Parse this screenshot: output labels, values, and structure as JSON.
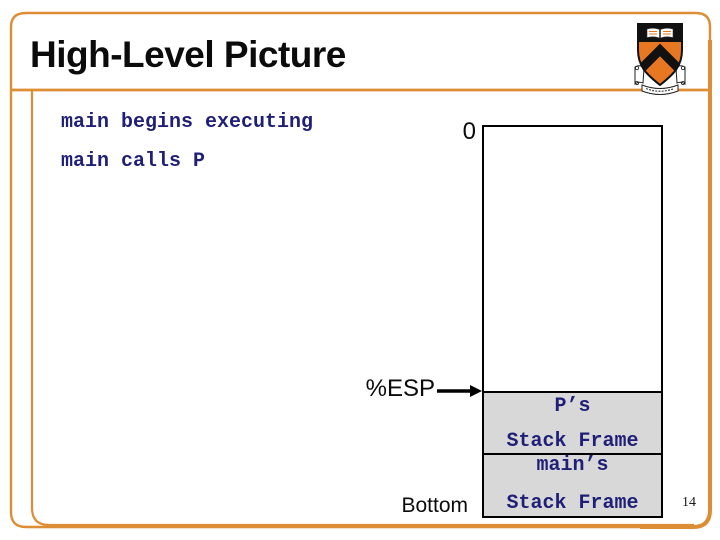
{
  "slide": {
    "title": "High-Level Picture",
    "page_number": "14",
    "accent_color": "#DD8E35",
    "code_text_color": "#1F1F78"
  },
  "bullets": [
    {
      "label": "main begins executing"
    },
    {
      "label": "main calls P"
    }
  ],
  "diagram": {
    "top_address_label": "0",
    "esp_label": "%ESP",
    "bottom_label": "Bottom",
    "stack": {
      "fill_color": "#D8D8D8",
      "frames": [
        {
          "line1": "P’s",
          "line2": "Stack Frame"
        },
        {
          "line1": "main’s",
          "line2": "Stack Frame"
        }
      ]
    }
  },
  "logo": {
    "name": "princeton-shield"
  }
}
